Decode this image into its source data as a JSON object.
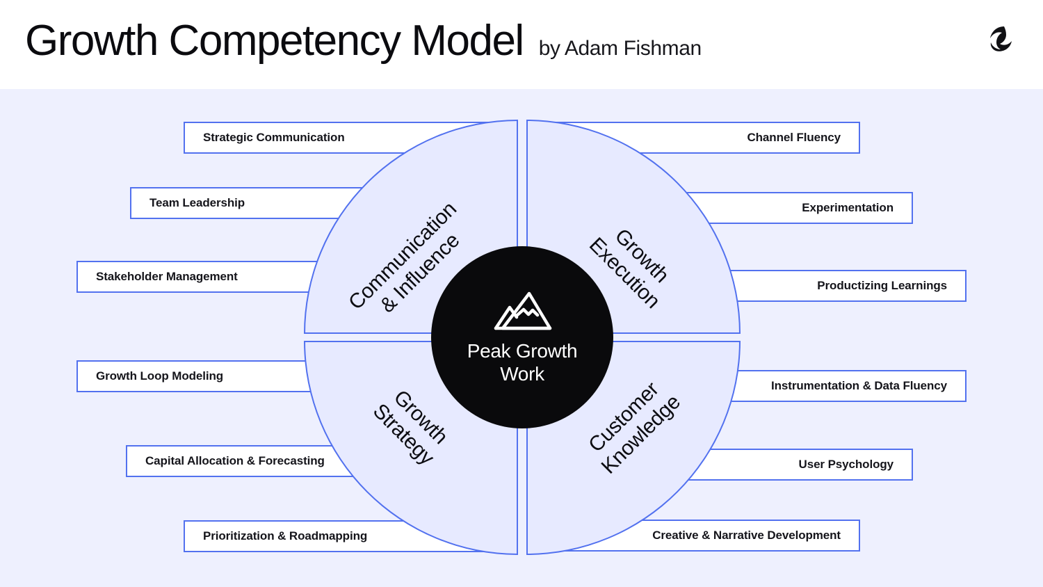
{
  "header": {
    "title": "Growth Competency Model",
    "byline": "by Adam Fishman",
    "logo_icon": "brand-r-logo"
  },
  "center": {
    "icon": "mountain-peak-icon",
    "label": "Peak Growth\nWork"
  },
  "theme": {
    "background": "#eef0fe",
    "header_background": "#ffffff",
    "accent_border": "#5271ef",
    "quadrant_fill": "#e7eaff",
    "hub_fill": "#0a0a0c",
    "box_fill": "#ffffff",
    "text_color": "#15151b"
  },
  "quadrants": [
    {
      "id": "communication-influence",
      "label": "Communication\n& Influence",
      "position": "top-left"
    },
    {
      "id": "growth-execution",
      "label": "Growth\nExecution",
      "position": "top-right"
    },
    {
      "id": "growth-strategy",
      "label": "Growth\nStrategy",
      "position": "bottom-left"
    },
    {
      "id": "customer-knowledge",
      "label": "Customer\nKnowledge",
      "position": "bottom-right"
    }
  ],
  "competencies": {
    "left": [
      {
        "label": "Strategic Communication",
        "quadrant": "communication-influence"
      },
      {
        "label": "Team Leadership",
        "quadrant": "communication-influence"
      },
      {
        "label": "Stakeholder Management",
        "quadrant": "communication-influence"
      },
      {
        "label": "Growth Loop Modeling",
        "quadrant": "growth-strategy"
      },
      {
        "label": "Capital Allocation & Forecasting",
        "quadrant": "growth-strategy"
      },
      {
        "label": "Prioritization & Roadmapping",
        "quadrant": "growth-strategy"
      }
    ],
    "right": [
      {
        "label": "Channel Fluency",
        "quadrant": "growth-execution"
      },
      {
        "label": "Experimentation",
        "quadrant": "growth-execution"
      },
      {
        "label": "Productizing Learnings",
        "quadrant": "growth-execution"
      },
      {
        "label": "Instrumentation & Data Fluency",
        "quadrant": "customer-knowledge"
      },
      {
        "label": "User Psychology",
        "quadrant": "customer-knowledge"
      },
      {
        "label": "Creative & Narrative Development",
        "quadrant": "customer-knowledge"
      }
    ]
  }
}
